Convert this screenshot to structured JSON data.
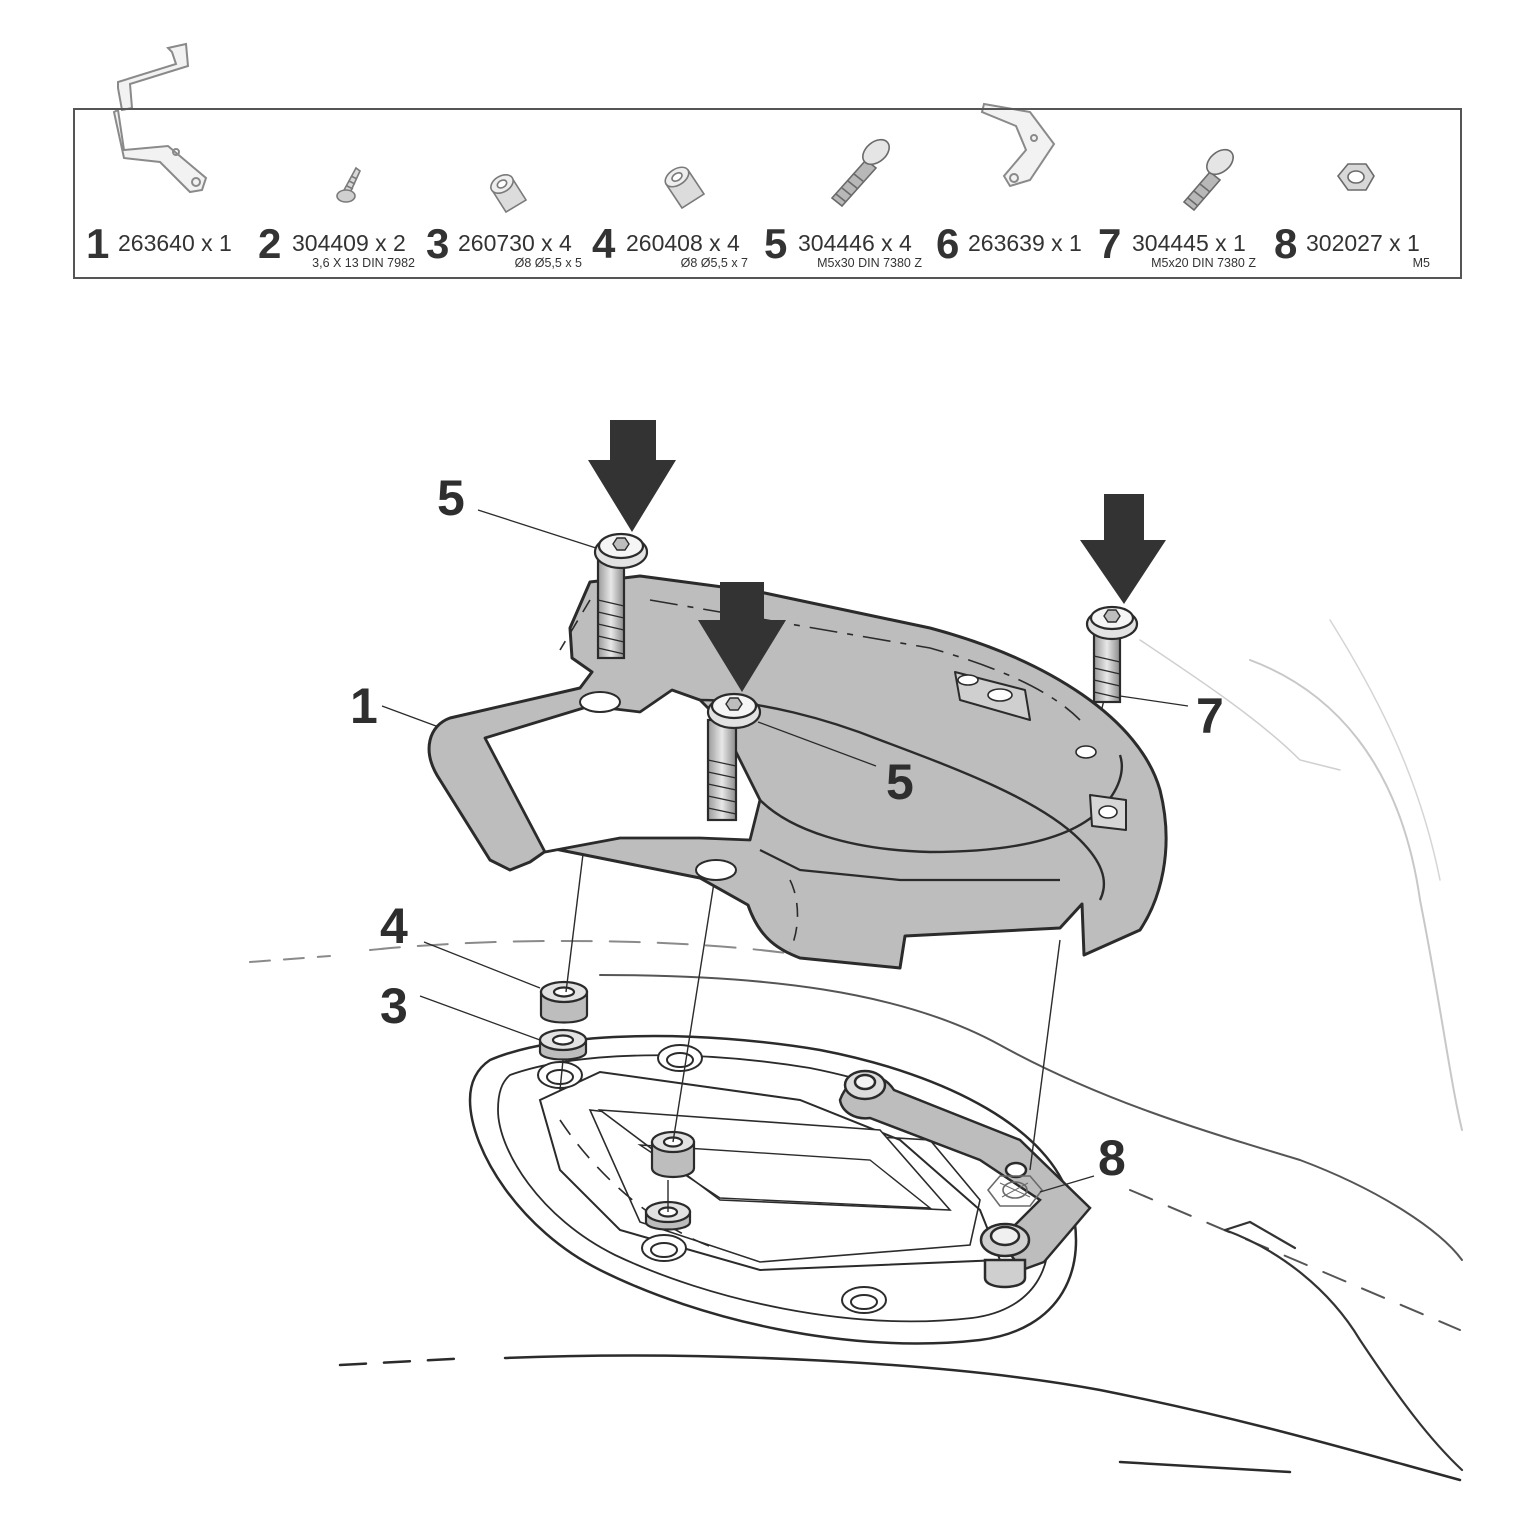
{
  "parts": [
    {
      "num": "1",
      "code": "263640 x 1",
      "spec": "",
      "icon": "bracket-part-icon"
    },
    {
      "num": "2",
      "code": "304409 x 2",
      "spec": "3,6 X 13 DIN 7982",
      "icon": "screw-icon"
    },
    {
      "num": "3",
      "code": "260730 x 4",
      "spec": "Ø8 Ø5,5 x 5",
      "icon": "spacer-short-icon"
    },
    {
      "num": "4",
      "code": "260408 x 4",
      "spec": "Ø8 Ø5,5 x 7",
      "icon": "spacer-long-icon"
    },
    {
      "num": "5",
      "code": "304446 x 4",
      "spec": "M5x30 DIN 7380 Z",
      "icon": "bolt-long-icon"
    },
    {
      "num": "6",
      "code": "263639 x 1",
      "spec": "",
      "icon": "plate-part-icon"
    },
    {
      "num": "7",
      "code": "304445 x 1",
      "spec": "M5x20 DIN 7380 Z",
      "icon": "bolt-short-icon"
    },
    {
      "num": "8",
      "code": "302027 x 1",
      "spec": "M5",
      "icon": "nut-icon"
    }
  ],
  "callouts": {
    "c5a": "5",
    "c5b": "5",
    "c7": "7",
    "c1": "1",
    "c4": "4",
    "c3": "3",
    "c8": "8"
  },
  "colors": {
    "metal": "#bdbdbd",
    "outline": "#2b2b2b",
    "arrow": "#333333",
    "faint": "#b5b5b5"
  }
}
